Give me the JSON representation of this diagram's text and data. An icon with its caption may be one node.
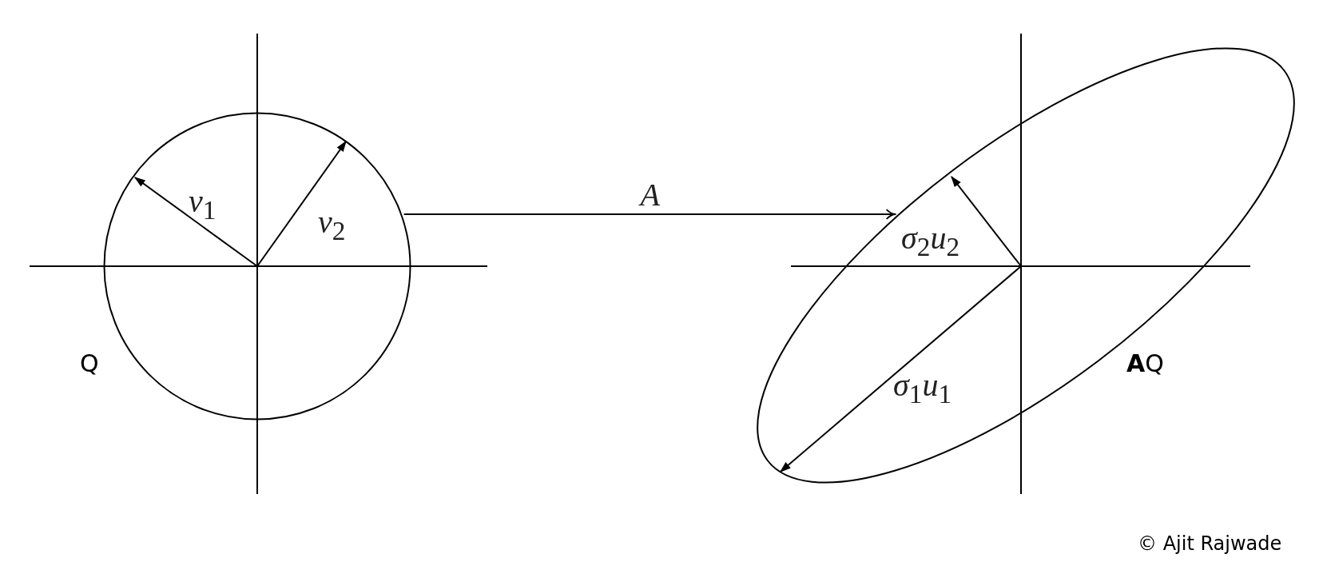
{
  "diagram": {
    "nodes": [
      {
        "text": [],
        "shape": "circle",
        "beside": [
          "Q"
        ]
      },
      {
        "text": [],
        "shape": "ellipse",
        "beside": [
          "**A**Q"
        ]
      }
    ],
    "edges": [
      {
        "from": 0,
        "to": 1,
        "arrow": "to",
        "label": "*A*"
      }
    ],
    "labels": [
      "*v*$_{1}$",
      "*v*$_{2}$",
      "*σ*$_{2}$*u*$_{2}$",
      "*σ*$_{1}$*u*$_{1}$",
      "© Ajit Rajwade"
    ]
  }
}
